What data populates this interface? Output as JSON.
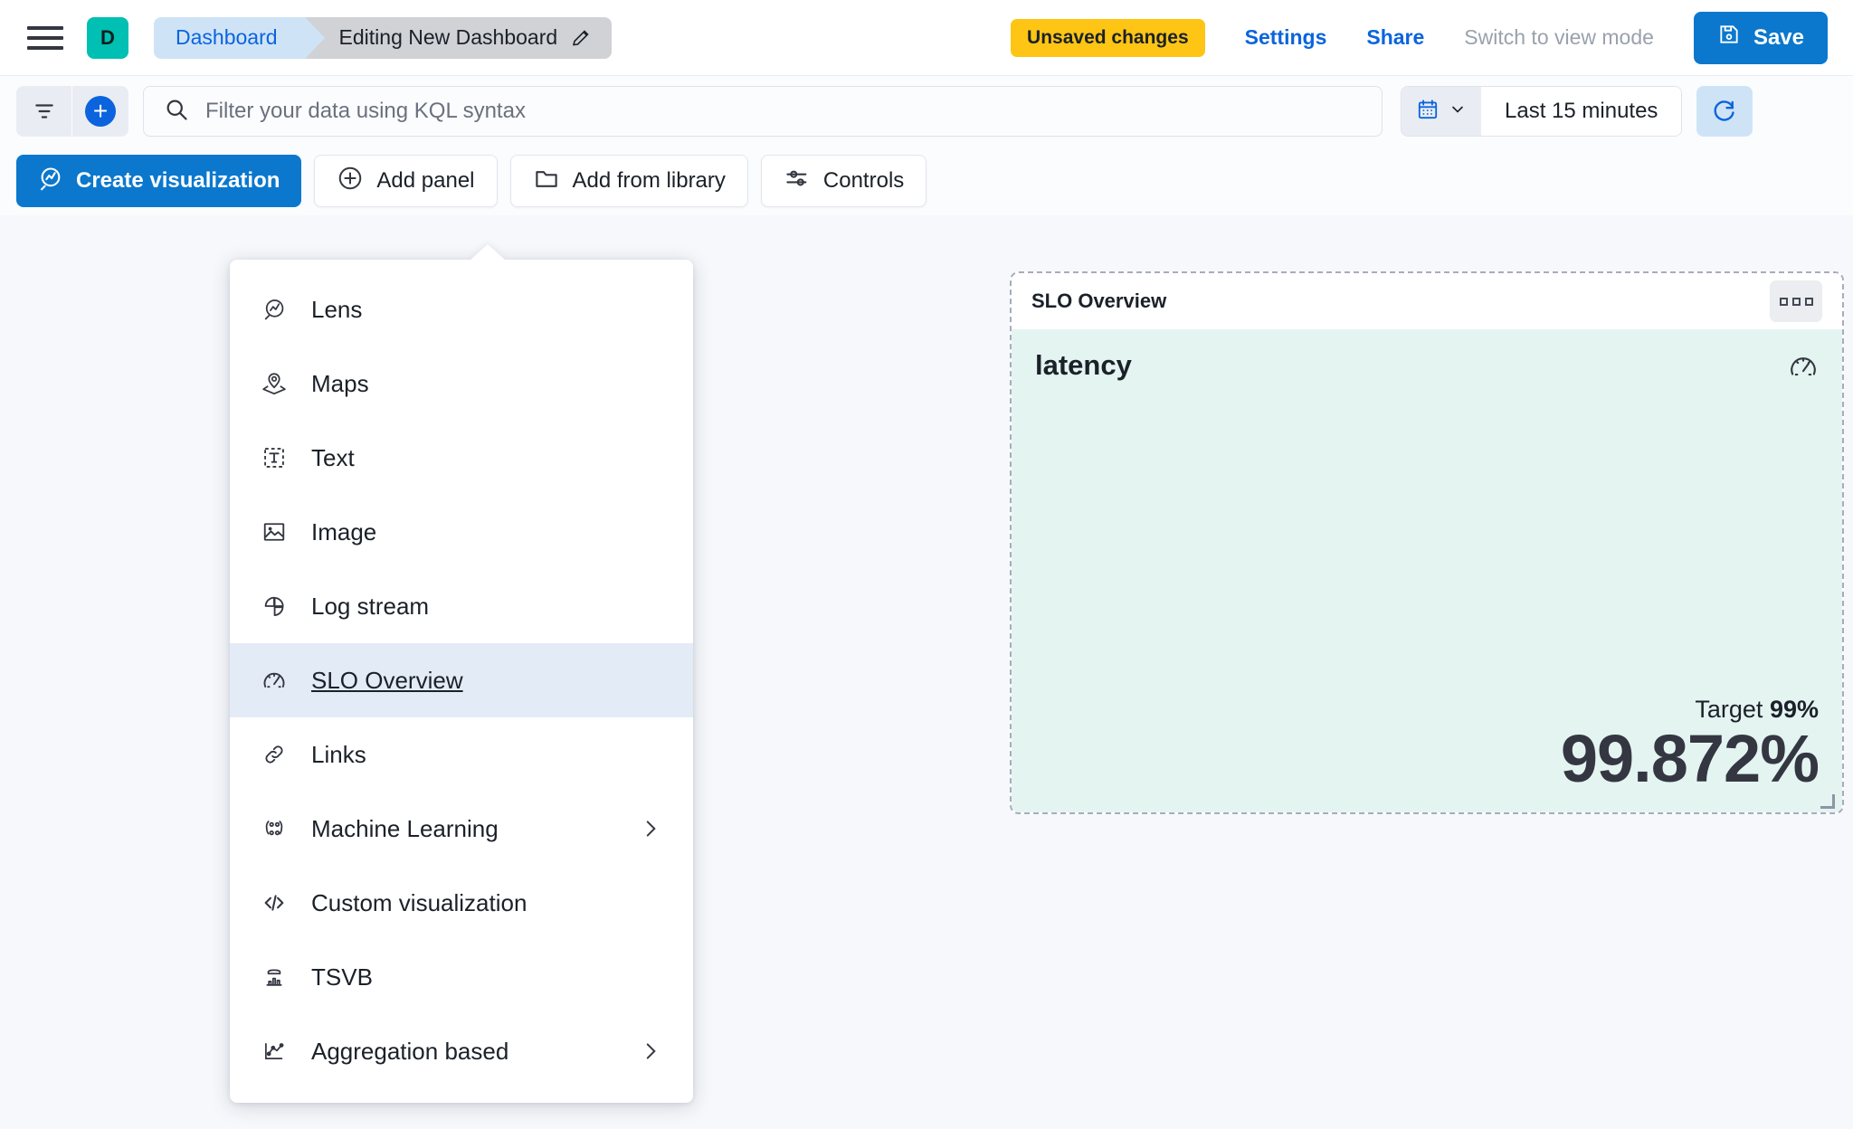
{
  "header": {
    "menu_icon": "hamburger-menu-icon",
    "space_initial": "D",
    "breadcrumb_1": "Dashboard",
    "breadcrumb_2": "Editing New Dashboard",
    "edit_icon": "pencil-icon",
    "unsaved_badge": "Unsaved changes",
    "settings_link": "Settings",
    "share_link": "Share",
    "view_mode_link": "Switch to view mode",
    "save_label": "Save",
    "save_icon": "save-disk-icon"
  },
  "query_bar": {
    "filter_icon": "filter-icon",
    "add_filter_icon": "plus-circle-icon",
    "search_icon": "search-icon",
    "placeholder": "Filter your data using KQL syntax",
    "calendar_icon": "calendar-icon",
    "chevron_icon": "chevron-down-icon",
    "time_range": "Last 15 minutes",
    "refresh_icon": "refresh-icon"
  },
  "toolbar": {
    "create_visualization": "Create visualization",
    "add_panel": "Add panel",
    "add_from_library": "Add from library",
    "controls": "Controls"
  },
  "add_panel_menu": {
    "items": [
      {
        "label": "Lens",
        "icon": "lens-icon",
        "selected": false,
        "submenu": false
      },
      {
        "label": "Maps",
        "icon": "maps-icon",
        "selected": false,
        "submenu": false
      },
      {
        "label": "Text",
        "icon": "text-icon",
        "selected": false,
        "submenu": false
      },
      {
        "label": "Image",
        "icon": "image-icon",
        "selected": false,
        "submenu": false
      },
      {
        "label": "Log stream",
        "icon": "log-stream-icon",
        "selected": false,
        "submenu": false
      },
      {
        "label": "SLO Overview",
        "icon": "gauge-icon",
        "selected": true,
        "submenu": false
      },
      {
        "label": "Links",
        "icon": "link-icon",
        "selected": false,
        "submenu": false
      },
      {
        "label": "Machine Learning",
        "icon": "machine-learning-icon",
        "selected": false,
        "submenu": true
      },
      {
        "label": "Custom visualization",
        "icon": "code-icon",
        "selected": false,
        "submenu": false
      },
      {
        "label": "TSVB",
        "icon": "tsvb-icon",
        "selected": false,
        "submenu": false
      },
      {
        "label": "Aggregation based",
        "icon": "aggregation-icon",
        "selected": false,
        "submenu": true
      }
    ]
  },
  "slo_panel": {
    "panel_title": "SLO Overview",
    "context_menu_icon": "ellipsis-icon",
    "slo_name": "latency",
    "gauge_icon": "gauge-icon",
    "target_label": "Target",
    "target_value": "99%",
    "current_value": "99.872%"
  },
  "colors": {
    "brand_teal": "#00bfb3",
    "primary_blue": "#0b78cd",
    "link_blue": "#0b64dd",
    "warning_yellow": "#fec514",
    "panel_bg": "#e4f4f1",
    "menu_selected": "#e3ebf7"
  }
}
